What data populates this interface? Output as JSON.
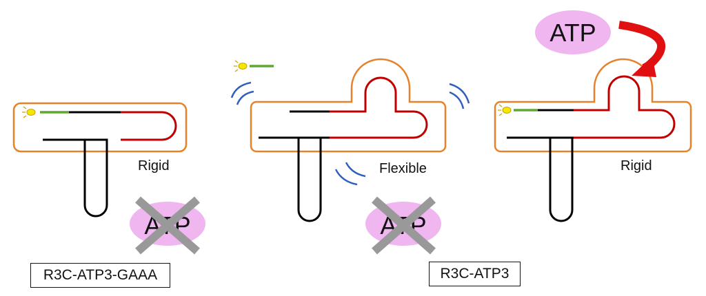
{
  "panels": {
    "left": {
      "state_label": "Rigid",
      "atp_label": "ATP"
    },
    "middle": {
      "state_label": "Flexible",
      "atp_label": "ATP"
    },
    "right": {
      "state_label": "Rigid",
      "atp_label": "ATP"
    }
  },
  "constructs": {
    "left_name": "R3C-ATP3-GAAA",
    "right_name": "R3C-ATP3"
  },
  "colors": {
    "outline": "#e8822a",
    "ribozyme_strand": "#c00000",
    "substrate_strand": "#000000",
    "fluorophore_linker": "#5ea832",
    "fluorophore": "#f5e800",
    "atp_bubble": "#f0b6f0",
    "cross": "#999999",
    "motion_arcs": "#2e5fbf",
    "arrow": "#e01010"
  },
  "icons": [
    "fluorophore-icon",
    "cross-icon",
    "motion-arc-icon",
    "curved-arrow-icon"
  ]
}
